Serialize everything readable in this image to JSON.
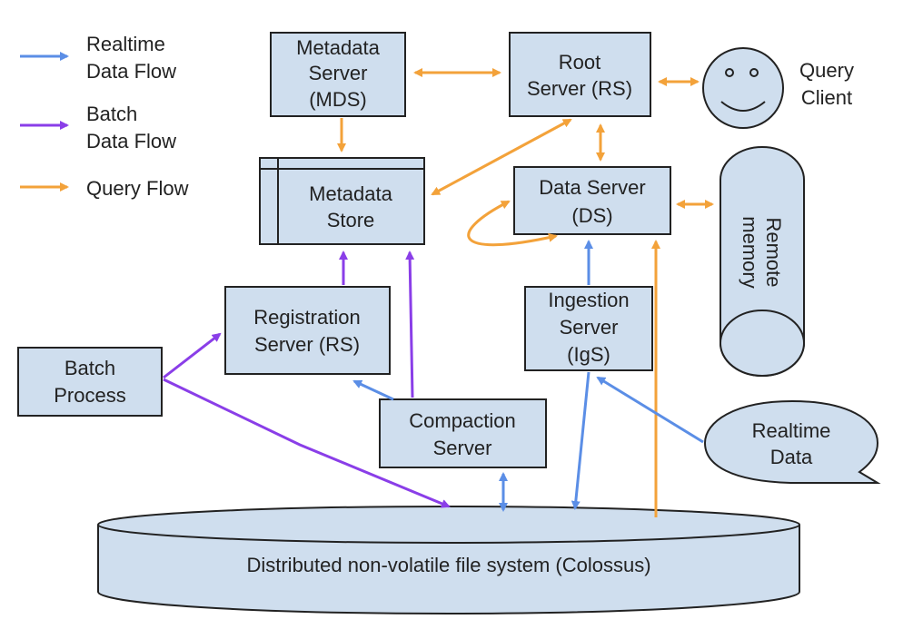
{
  "colors": {
    "realtime": "#5b8ee6",
    "batch": "#8a3ee8",
    "query": "#f3a23a",
    "node_fill": "#cfdeee",
    "stroke": "#222222"
  },
  "legend": {
    "realtime": [
      "Realtime",
      "Data Flow"
    ],
    "batch": [
      "Batch",
      "Data Flow"
    ],
    "query": "Query Flow"
  },
  "nodes": {
    "mds": [
      "Metadata",
      "Server",
      "(MDS)"
    ],
    "root": [
      "Root",
      "Server (RS)"
    ],
    "client": [
      "Query",
      "Client"
    ],
    "store": [
      "Metadata",
      "Store"
    ],
    "ds": [
      "Data Server",
      "(DS)"
    ],
    "remote": [
      "Remote",
      "memory"
    ],
    "reg": [
      "Registration",
      "Server (RS)"
    ],
    "ingest": [
      "Ingestion",
      "Server",
      "(IgS)"
    ],
    "batch": [
      "Batch",
      "Process"
    ],
    "compaction": [
      "Compaction",
      "Server"
    ],
    "realtime_data": [
      "Realtime",
      "Data"
    ],
    "fs": "Distributed non-volatile file system (Colossus)"
  }
}
